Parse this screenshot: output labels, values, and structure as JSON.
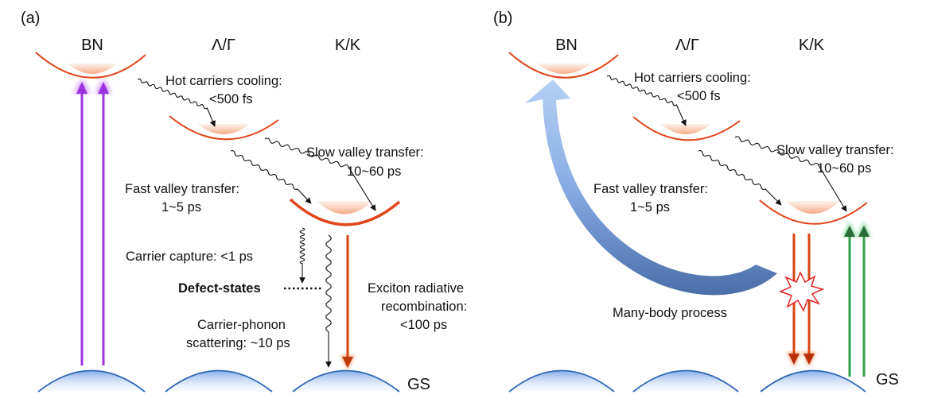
{
  "panels": [
    {
      "label": "(a)",
      "columns": [
        "BN",
        "Λ/Γ",
        "K/K"
      ],
      "ground_label": "GS",
      "notes": {
        "hot_cooling": [
          "Hot carriers cooling:",
          "<500 fs"
        ],
        "slow_transfer": [
          "Slow valley transfer:",
          "10~60 ps"
        ],
        "fast_transfer": [
          "Fast valley transfer:",
          "1~5 ps"
        ],
        "carrier_capture": [
          "Carrier capture: <1 ps"
        ],
        "defect_states": [
          "Defect-states"
        ],
        "exciton": [
          "Exciton radiative",
          "recombination:",
          "<100 ps"
        ],
        "phonon": [
          "Carrier-phonon",
          "scattering: ~10 ps"
        ]
      }
    },
    {
      "label": "(b)",
      "columns": [
        "BN",
        "Λ/Γ",
        "K/K"
      ],
      "ground_label": "GS",
      "notes": {
        "hot_cooling": [
          "Hot carriers cooling:",
          "<500 fs"
        ],
        "slow_transfer": [
          "Slow valley transfer:",
          "10~60 ps"
        ],
        "fast_transfer": [
          "Fast valley transfer:",
          "1~5 ps"
        ],
        "many_body": [
          "Many-body process"
        ]
      }
    }
  ],
  "colors": {
    "conduction_band": "#e0461c",
    "valence_band": "#2f66b8",
    "excitation_arrow": "#9b33e0",
    "recombination_arrow": "#d84312",
    "green_arrow": "#2f9f4a",
    "many_body_arrow": "#6f9fe0"
  }
}
